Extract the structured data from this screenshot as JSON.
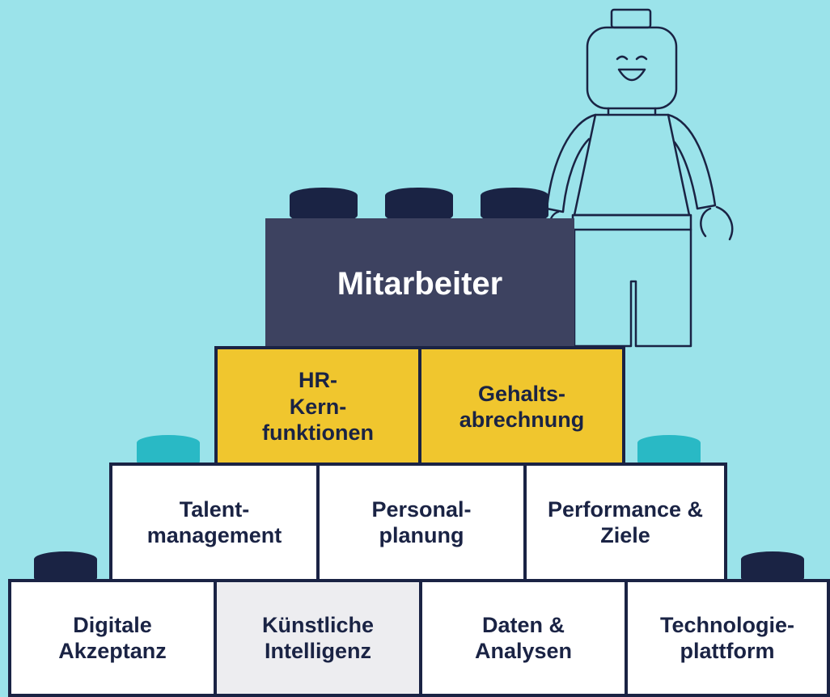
{
  "pyramid": {
    "top": "Mitarbeiter",
    "row2": [
      "HR-\nKern-\nfunktionen",
      "Gehalts-\nabrechnung"
    ],
    "row3": [
      "Talent-\nmanagement",
      "Personal-\nplanung",
      "Performance &\nZiele"
    ],
    "row4": [
      "Digitale\nAkzeptanz",
      "Künstliche\nIntelligenz",
      "Daten &\nAnalysen",
      "Technologie-\nplattform"
    ]
  },
  "colors": {
    "background": "#9be3ea",
    "navy": "#1a2344",
    "top_brick": "#3d4260",
    "yellow": "#f0c62e",
    "teal_stud": "#29b9c5",
    "white": "#ffffff",
    "light_grey": "#ededf0"
  },
  "icons": [
    "lego-figure-icon"
  ]
}
